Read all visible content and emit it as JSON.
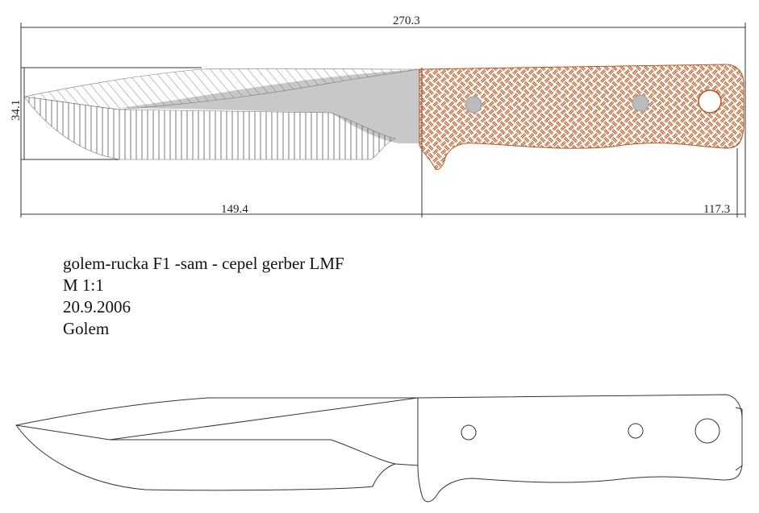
{
  "dimensions": {
    "overall_length": "270.3",
    "height": "34.1",
    "blade_length": "149.4",
    "handle_length": "117.3"
  },
  "info": {
    "title": "golem-rucka F1 -sam - cepel gerber LMF",
    "scale": "M 1:1",
    "date": "20.9.2006",
    "author": "Golem"
  },
  "colors": {
    "handle_pattern": "#b5561f",
    "blade_fill": "#c8c8c8",
    "outline": "#333333"
  }
}
